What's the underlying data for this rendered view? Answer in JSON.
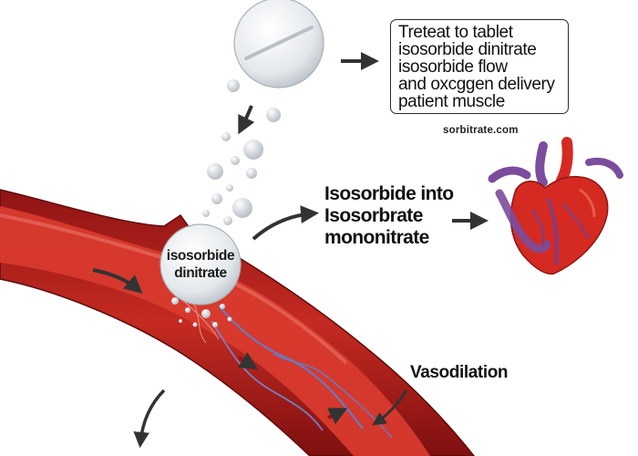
{
  "info_box": {
    "lines": [
      "Treteat to tablet",
      "isosorbide dinitrate",
      "isosorbide flow",
      "and oxcggen delivery",
      "patient muscle"
    ]
  },
  "site_label": "sorbitrate.com",
  "conversion_label": {
    "lines": [
      "Isosorbide into",
      "Isosorbrate",
      "mononitrate"
    ]
  },
  "tablet_label": {
    "lines": [
      "isosorbide",
      "dinitrate"
    ]
  },
  "vasodilation_label": "Vasodilation",
  "icons": {
    "tablet": "pill-icon",
    "heart": "heart-icon",
    "vessel": "blood-vessel-icon"
  },
  "colors": {
    "vessel_wall": "#b51f1f",
    "vessel_lumen": "#d83a2e",
    "vein": "#5f7fd0",
    "heart_red": "#d42a22",
    "heart_purple": "#7b4d9c",
    "arrow": "#333333"
  }
}
